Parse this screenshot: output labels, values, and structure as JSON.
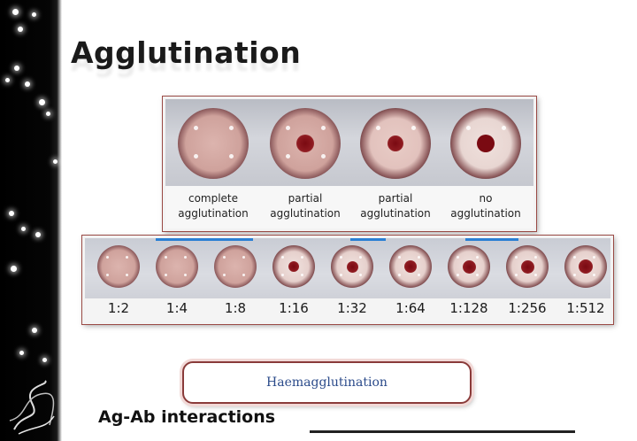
{
  "slide": {
    "title": "Agglutination",
    "caption": "Haemagglutination",
    "footer": "Ag-Ab interactions"
  },
  "top_panel": {
    "labels": [
      {
        "line1": "complete",
        "line2": "agglutination"
      },
      {
        "line1": "partial",
        "line2": "agglutination"
      },
      {
        "line1": "partial",
        "line2": "agglutination"
      },
      {
        "line1": "no",
        "line2": "agglutination"
      }
    ]
  },
  "bottom_panel": {
    "dilutions": [
      "1:2",
      "1:4",
      "1:8",
      "1:16",
      "1:32",
      "1:64",
      "1:128",
      "1:256",
      "1:512"
    ]
  },
  "colors": {
    "caption_text": "#2a4a8a",
    "panel_border": "#9a4a45",
    "caption_border": "#8a3b3a"
  }
}
